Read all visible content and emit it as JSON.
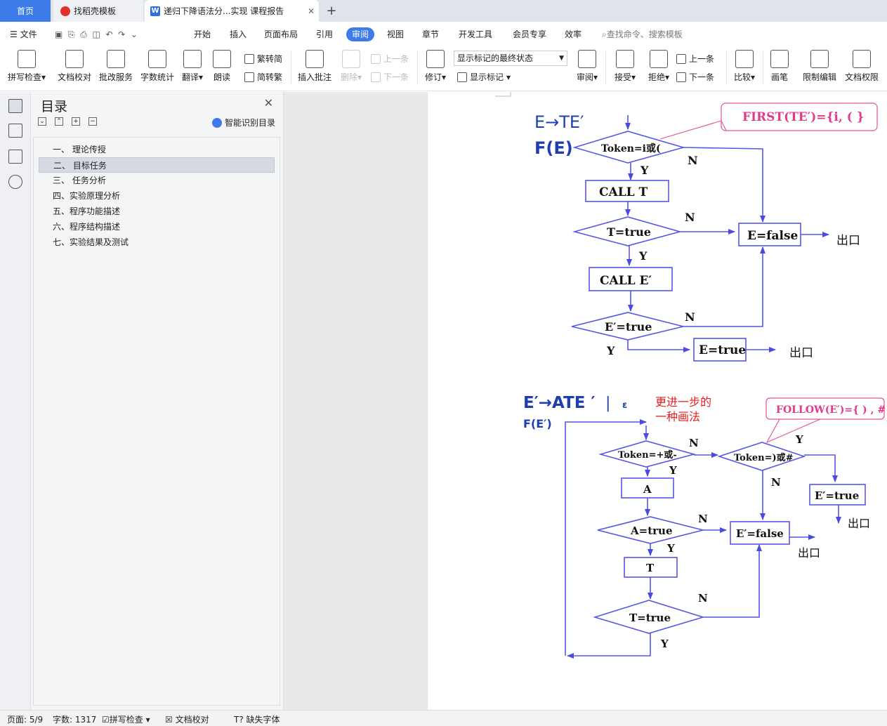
{
  "tabs": {
    "home": "首页",
    "template": "找稻壳模板",
    "document": "递归下降语法分...实现 课程报告"
  },
  "menu": {
    "file": "文件",
    "items": [
      "开始",
      "插入",
      "页面布局",
      "引用",
      "审阅",
      "视图",
      "章节",
      "开发工具",
      "会员专享",
      "效率"
    ],
    "active": "审阅",
    "search": "查找命令、搜索模板"
  },
  "ribbon": {
    "spell": "拼写检查",
    "proof": "文档校对",
    "review_service": "批改服务",
    "word_count": "字数统计",
    "translate": "翻译",
    "read": "朗读",
    "trad": "繁转简",
    "simp": "简转繁",
    "insert_comment": "插入批注",
    "delete": "删除",
    "prev": "上一条",
    "next": "下一条",
    "revise": "修订",
    "mark_state": "显示标记的最终状态",
    "show_marks": "显示标记",
    "review": "审阅",
    "accept": "接受",
    "reject": "拒绝",
    "prev2": "上一条",
    "next2": "下一条",
    "compare": "比较",
    "pen": "画笔",
    "restrict": "限制编辑",
    "permission": "文档权限"
  },
  "toc": {
    "title": "目录",
    "smart": "智能识别目录",
    "items": [
      "一、 理论传授",
      "二、 目标任务",
      "三、 任务分析",
      "四、实验原理分析",
      "五、程序功能描述",
      "六、程序结构描述",
      "七、实验结果及测试"
    ],
    "selected_index": 1
  },
  "diagram1": {
    "head1": "E→TE′",
    "head2": "F(E)",
    "callout": "FIRST(TE′)={i, ( }",
    "d1": "Token=i或(",
    "b1": "CALL   T",
    "d2": "T=true",
    "b2": "CALL   E′",
    "d3": "E′=true",
    "efalse": "E=false",
    "etrue": "E=true",
    "exit1": "出口",
    "exit2": "出口",
    "Y": "Y",
    "N": "N"
  },
  "diagram2": {
    "head1": "E′→ATE ′",
    "bar": "|",
    "eps": "ε",
    "head2": "F(E′)",
    "note": [
      "更进一步的",
      "一种画法"
    ],
    "callout": "FOLLOW(E′)={ ) , # }",
    "d1": "Token=+或-",
    "d2": "Token=)或#",
    "bA": "A",
    "d3": "A=true",
    "efalse": "E′=false",
    "etrue": "E′=true",
    "bT": "T",
    "d4": "T=true",
    "exit1": "出口",
    "exit2": "出口",
    "Y": "Y",
    "N": "N"
  },
  "status": {
    "page": "页面: 5/9",
    "words": "字数: 1317",
    "spell": "拼写检查",
    "proof": "文档校对",
    "missing_font": "缺失字体"
  }
}
